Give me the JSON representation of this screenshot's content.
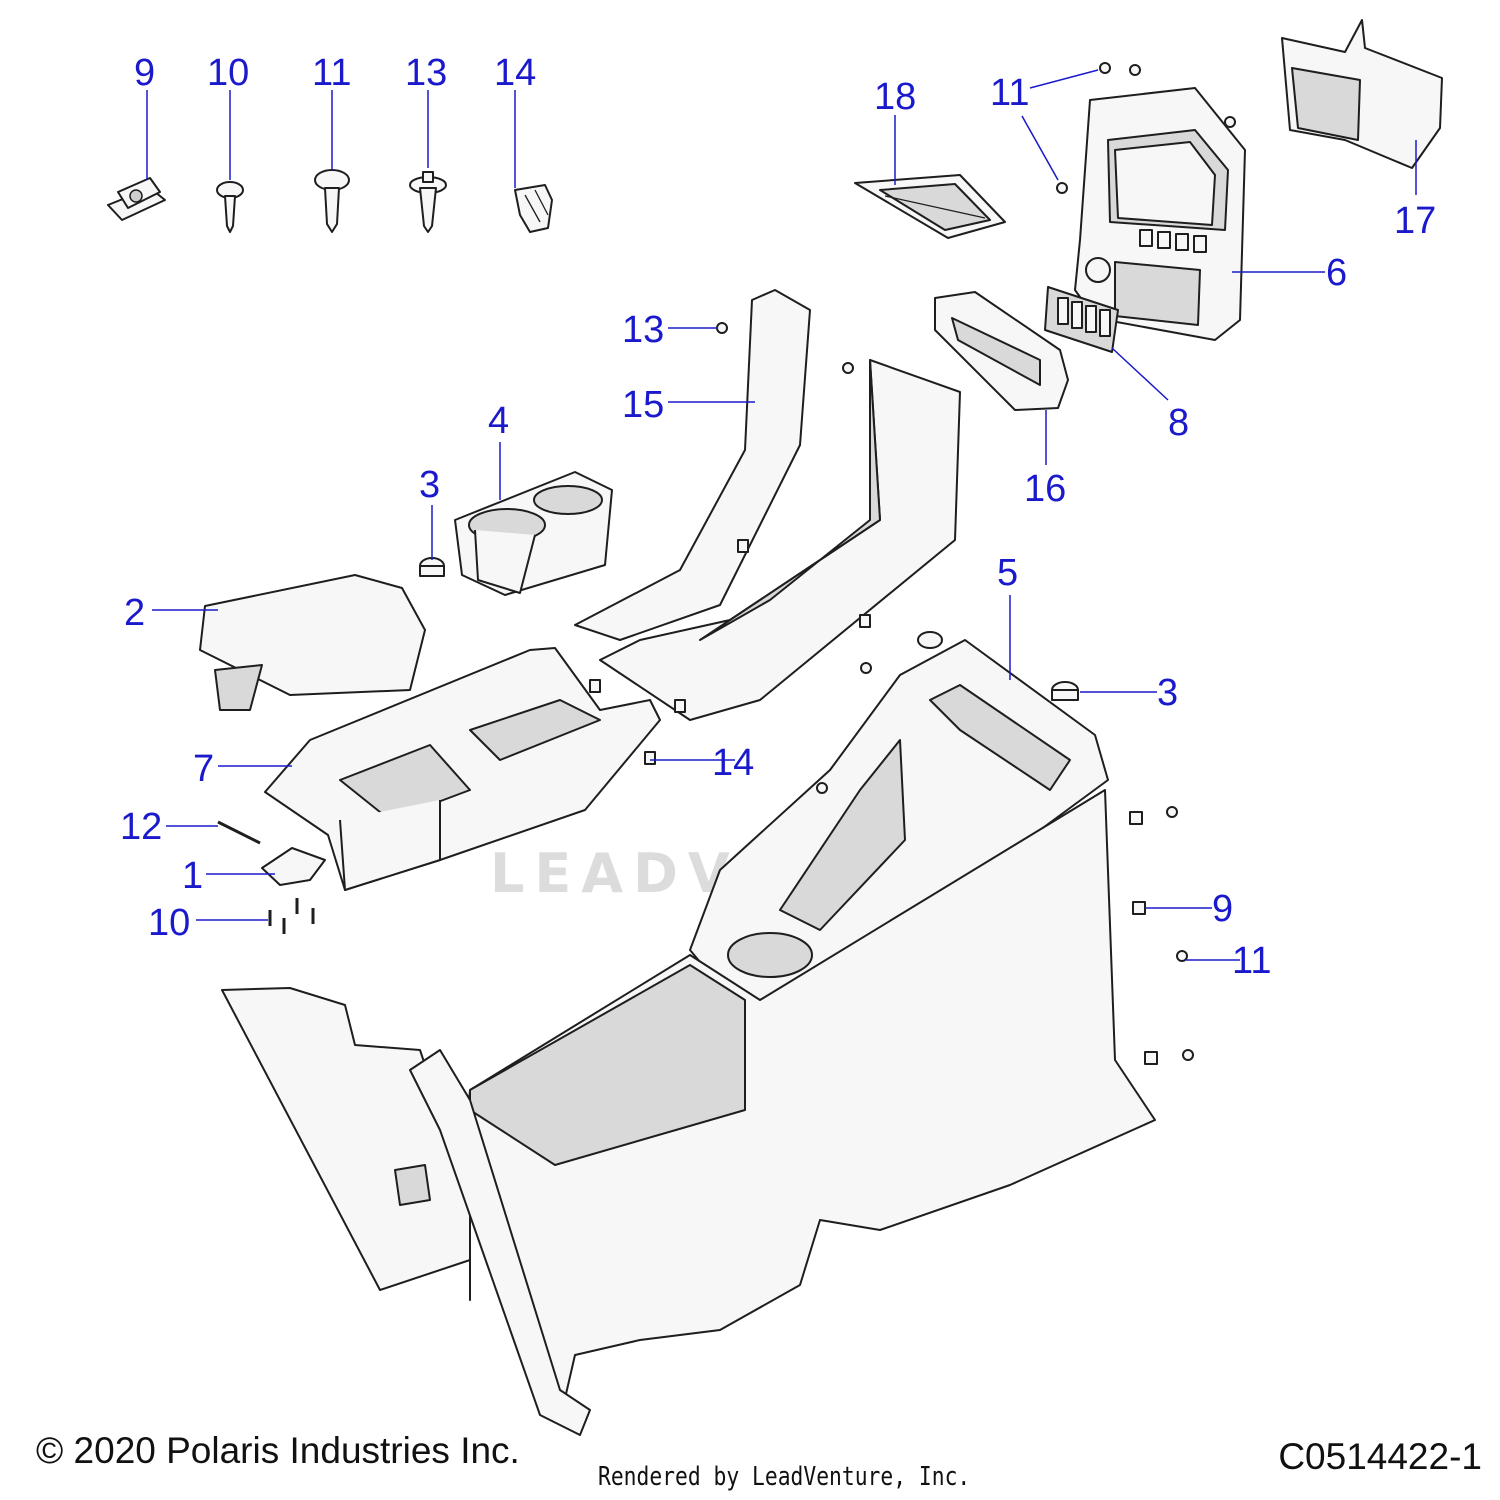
{
  "callouts": {
    "c9a": "9",
    "c10a": "10",
    "c11a": "11",
    "c13a": "13",
    "c14a": "14",
    "c18": "18",
    "c11b": "11",
    "c17": "17",
    "c6": "6",
    "c13b": "13",
    "c15": "15",
    "c16": "16",
    "c8": "8",
    "c4": "4",
    "c3a": "3",
    "c2": "2",
    "c5": "5",
    "c3b": "3",
    "c7": "7",
    "c14b": "14",
    "c12": "12",
    "c1": "1",
    "c10b": "10",
    "c9b": "9",
    "c11c": "11"
  },
  "footer": {
    "copyright": "© 2020 Polaris Industries Inc.",
    "rendered_by": "Rendered by LeadVenture, Inc.",
    "diagram_code": "C0514422-1"
  },
  "watermark": {
    "text": "LEADVENTURE"
  },
  "colors": {
    "callout": "#1a1acc",
    "line": "#1e1e1e",
    "part_fill": "#f7f7f7"
  }
}
